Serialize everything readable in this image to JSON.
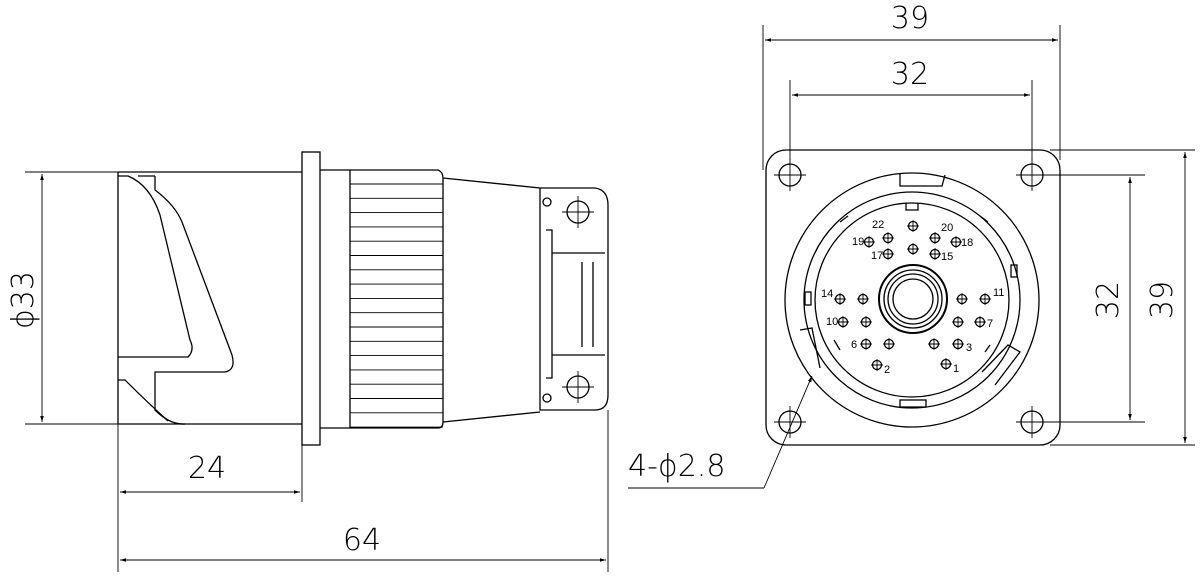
{
  "side_view": {
    "diameter_label": "ϕ33",
    "flange_to_front_label": "24",
    "overall_length_label": "64"
  },
  "front_view": {
    "flange_width_label": "39",
    "hole_spacing_label": "32",
    "hole_spacing_vertical_label": "32",
    "flange_height_label": "39",
    "mounting_hole_label": "4-ϕ2.8",
    "pin_labels": [
      "22",
      "20",
      "19",
      "18",
      "17",
      "15",
      "14",
      "11",
      "10",
      "7",
      "6",
      "3",
      "2",
      "1"
    ]
  },
  "colors": {
    "line": "#000000",
    "background": "#ffffff"
  }
}
